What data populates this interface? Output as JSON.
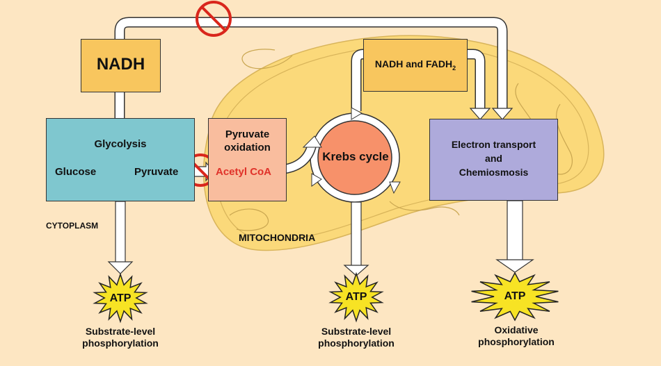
{
  "colors": {
    "background": "#fde6c2",
    "mitochondrion": "#fbd97a",
    "mito_outline": "#d8b45a",
    "nadh_box": "#f8c65e",
    "glycolysis_box": "#7fc7cf",
    "pyruvate_box": "#f9bd9e",
    "krebs_circle": "#f7916a",
    "etc_box": "#aeaadb",
    "atp_star": "#f7e324",
    "inhibit_red": "#d9261c",
    "acetyl_text": "#e0322a"
  },
  "nadh_box": {
    "label": "NADH"
  },
  "nadh_fadh2_box": {
    "label": "NADH and FADH",
    "subscript": "2"
  },
  "glycolysis": {
    "title": "Glycolysis",
    "input": "Glucose",
    "output": "Pyruvate"
  },
  "pyruvate_oxidation": {
    "title_line1": "Pyruvate",
    "title_line2": "oxidation",
    "product": "Acetyl CoA"
  },
  "krebs": {
    "label": "Krebs cycle"
  },
  "etc": {
    "line1": "Electron transport",
    "line2": "and",
    "line3": "Chemiosmosis"
  },
  "regions": {
    "cytoplasm": "CYTOPLASM",
    "mitochondria": "MITOCHONDRIA"
  },
  "atp_outputs": [
    {
      "label": "ATP",
      "caption_line1": "Substrate-level",
      "caption_line2": "phosphorylation"
    },
    {
      "label": "ATP",
      "caption_line1": "Substrate-level",
      "caption_line2": "phosphorylation"
    },
    {
      "label": "ATP",
      "caption_line1": "Oxidative",
      "caption_line2": "phosphorylation"
    }
  ],
  "inhibitors": [
    {
      "icon": "prohibited-icon",
      "location": "NADH shuttle to electron transport"
    },
    {
      "icon": "prohibited-icon",
      "location": "Pyruvate to Acetyl CoA"
    }
  ]
}
